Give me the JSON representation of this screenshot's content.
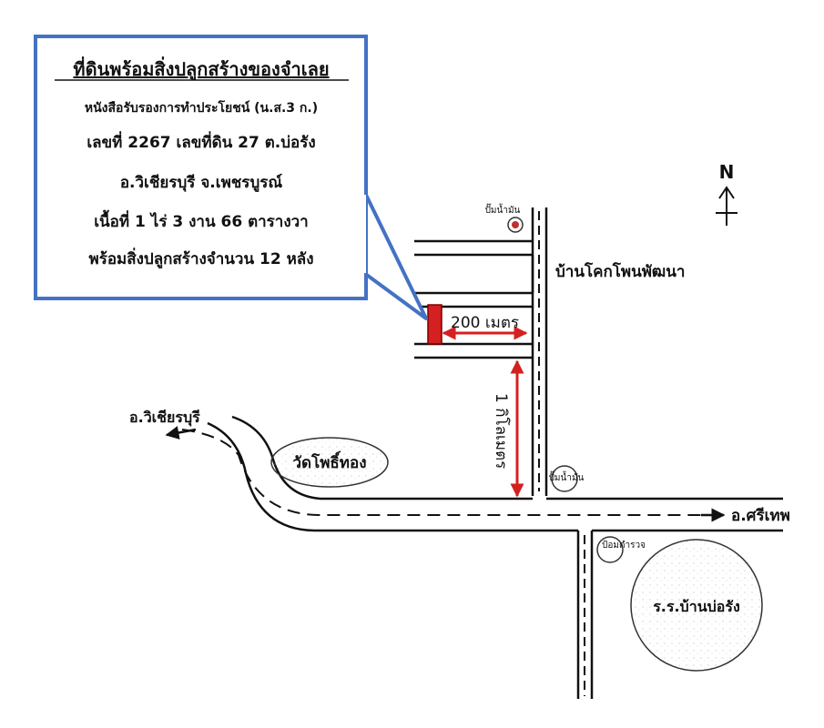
{
  "callout": {
    "title": "ที่ดินพร้อมสิ่งปลูกสร้างของจำเลย",
    "lines": [
      "หนังสือรับรองการทำประโยชน์ (น.ส.3 ก.)",
      "เลขที่ 2267 เลขที่ดิน 27 ต.บ่อรัง",
      "อ.วิเชียรบุรี จ.เพชรบูรณ์",
      "เนื้อที่ 1 ไร่ 3 งาน 66 ตารางวา",
      "พร้อมสิ่งปลูกสร้างจำนวน 12 หลัง"
    ]
  },
  "north_label": "N",
  "labels": {
    "village": "บ้านโคกโพนพัฒนา",
    "distance_200m": "200 เมตร",
    "distance_1km": "1 กิโลเมตร",
    "to_wichian_buri": "อ.วิเชียรบุรี",
    "wat": "วัดโพธิ์ทอง",
    "to_si_thep": "อ.ศรีเทพ",
    "gas_station_top": "ปั๊มน้ำมัน",
    "gas_station_junction": "ปั๊มน้ำมัน",
    "police_box": "ป้อมตำรวจ",
    "school": "ร.ร.บ้านบ่อรัง"
  },
  "colors": {
    "callout_fill": "#ffffff",
    "callout_border": "#4472c4",
    "plot_marker": "#d42020",
    "distance_arrow": "#d42020",
    "road_line": "#111111"
  }
}
